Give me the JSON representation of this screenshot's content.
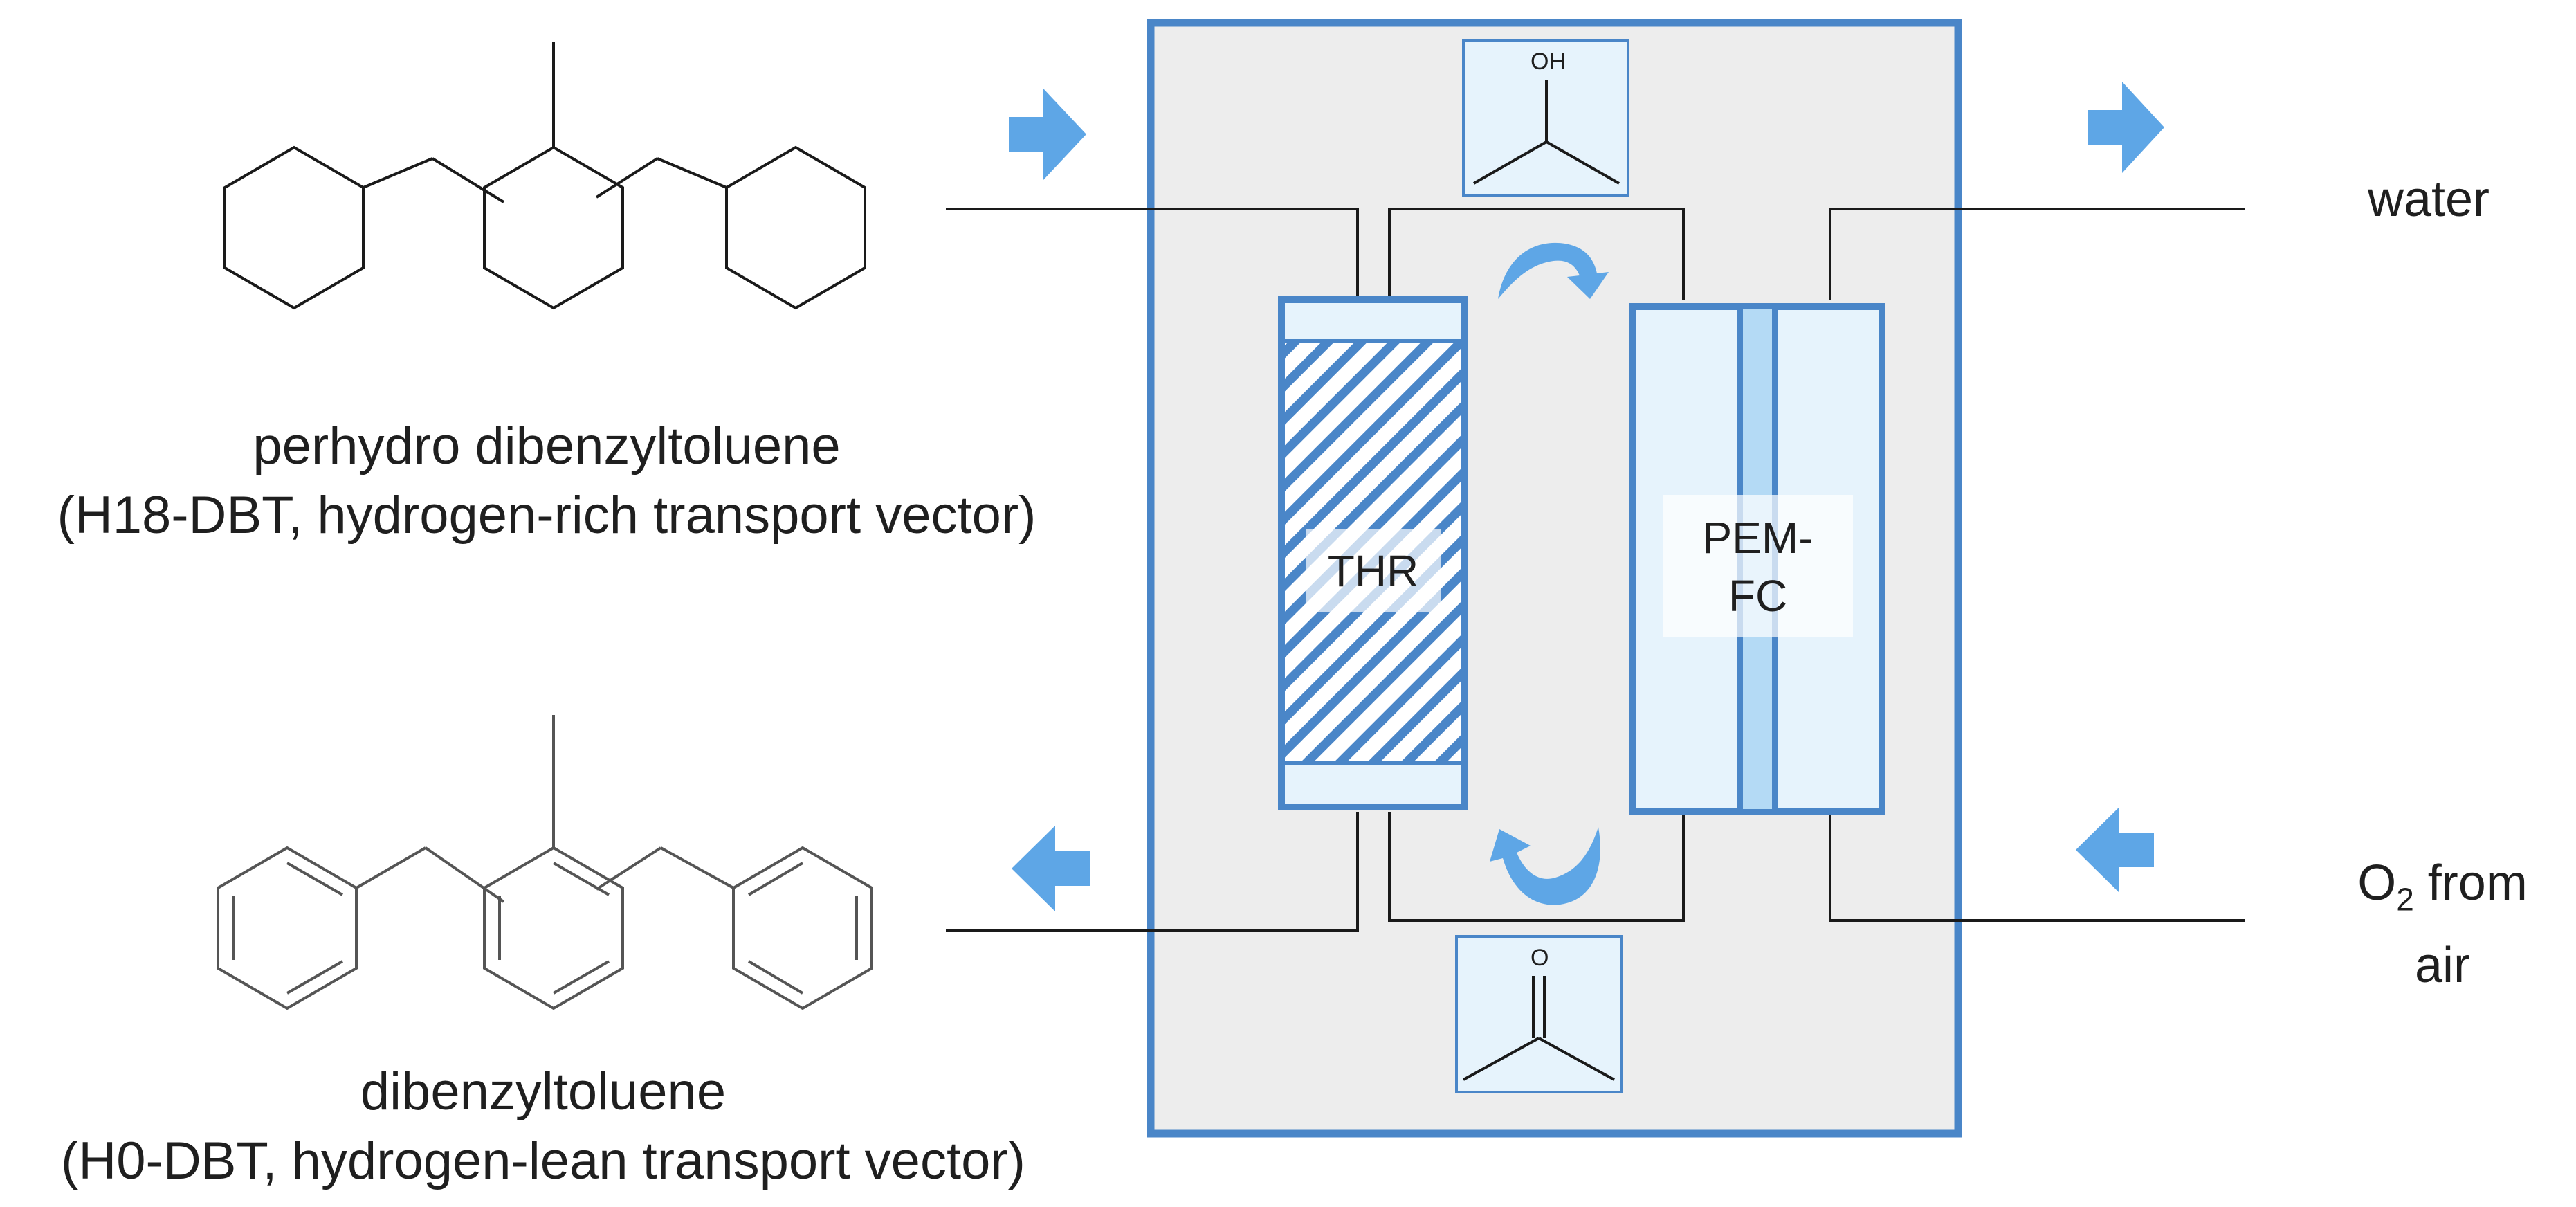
{
  "molecules": {
    "h18": {
      "name": "perhydro dibenzyltoluene",
      "detail": "(H18-DBT, hydrogen-rich transport vector)"
    },
    "h0": {
      "name": "dibenzyltoluene",
      "detail": "(H0-DBT, hydrogen-lean transport vector)"
    }
  },
  "outputs": {
    "water": "water",
    "oxygen_o": "O",
    "oxygen_sub": "2",
    "oxygen_rest": " from",
    "oxygen_line2": "air"
  },
  "reactor": {
    "thr_label": "THR",
    "pemfc_line1": "PEM-",
    "pemfc_line2": "FC"
  },
  "carrier": {
    "alcohol_label": "OH",
    "ketone_label": "O"
  },
  "colors": {
    "frame": "#4a86c8",
    "frame_fill": "#ededed",
    "arrow": "#5ea6e6",
    "panel": "#e6f3fc",
    "membrane": "#b4daf5",
    "hatch": "#4a86c8",
    "line": "#1a1a1a",
    "aromatic": "#555555"
  }
}
